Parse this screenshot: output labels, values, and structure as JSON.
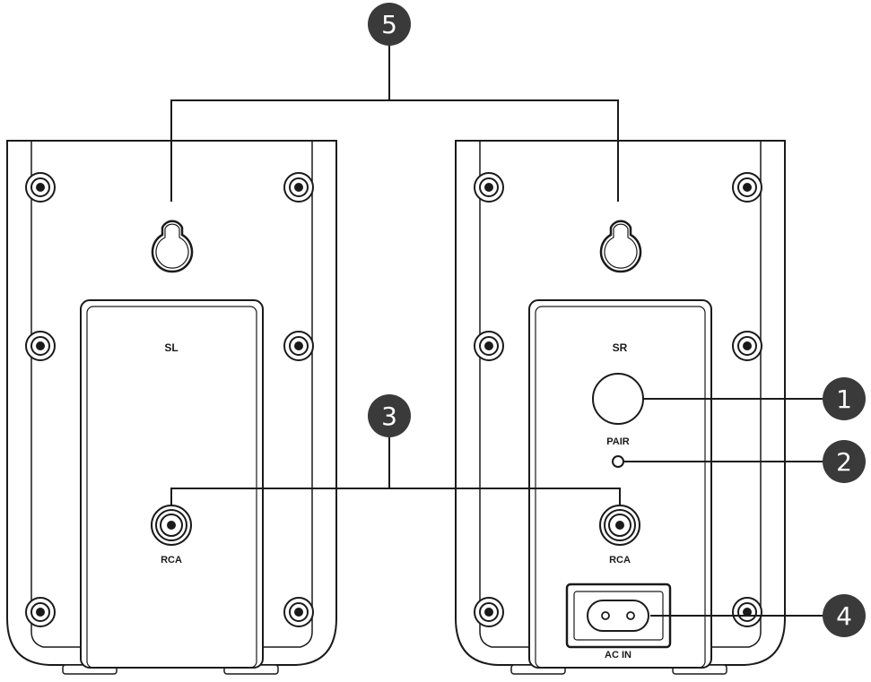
{
  "callouts": {
    "c1": "1",
    "c2": "2",
    "c3": "3",
    "c4": "4",
    "c5": "5"
  },
  "left_speaker": {
    "panel_label": "SL",
    "jack_label": "RCA"
  },
  "right_speaker": {
    "panel_label": "SR",
    "button_label": "PAIR",
    "jack_label": "RCA",
    "power_label": "AC IN"
  },
  "colors": {
    "line": "#1a1a1a",
    "callout_fill": "#3a3a3a",
    "background": "#ffffff"
  }
}
